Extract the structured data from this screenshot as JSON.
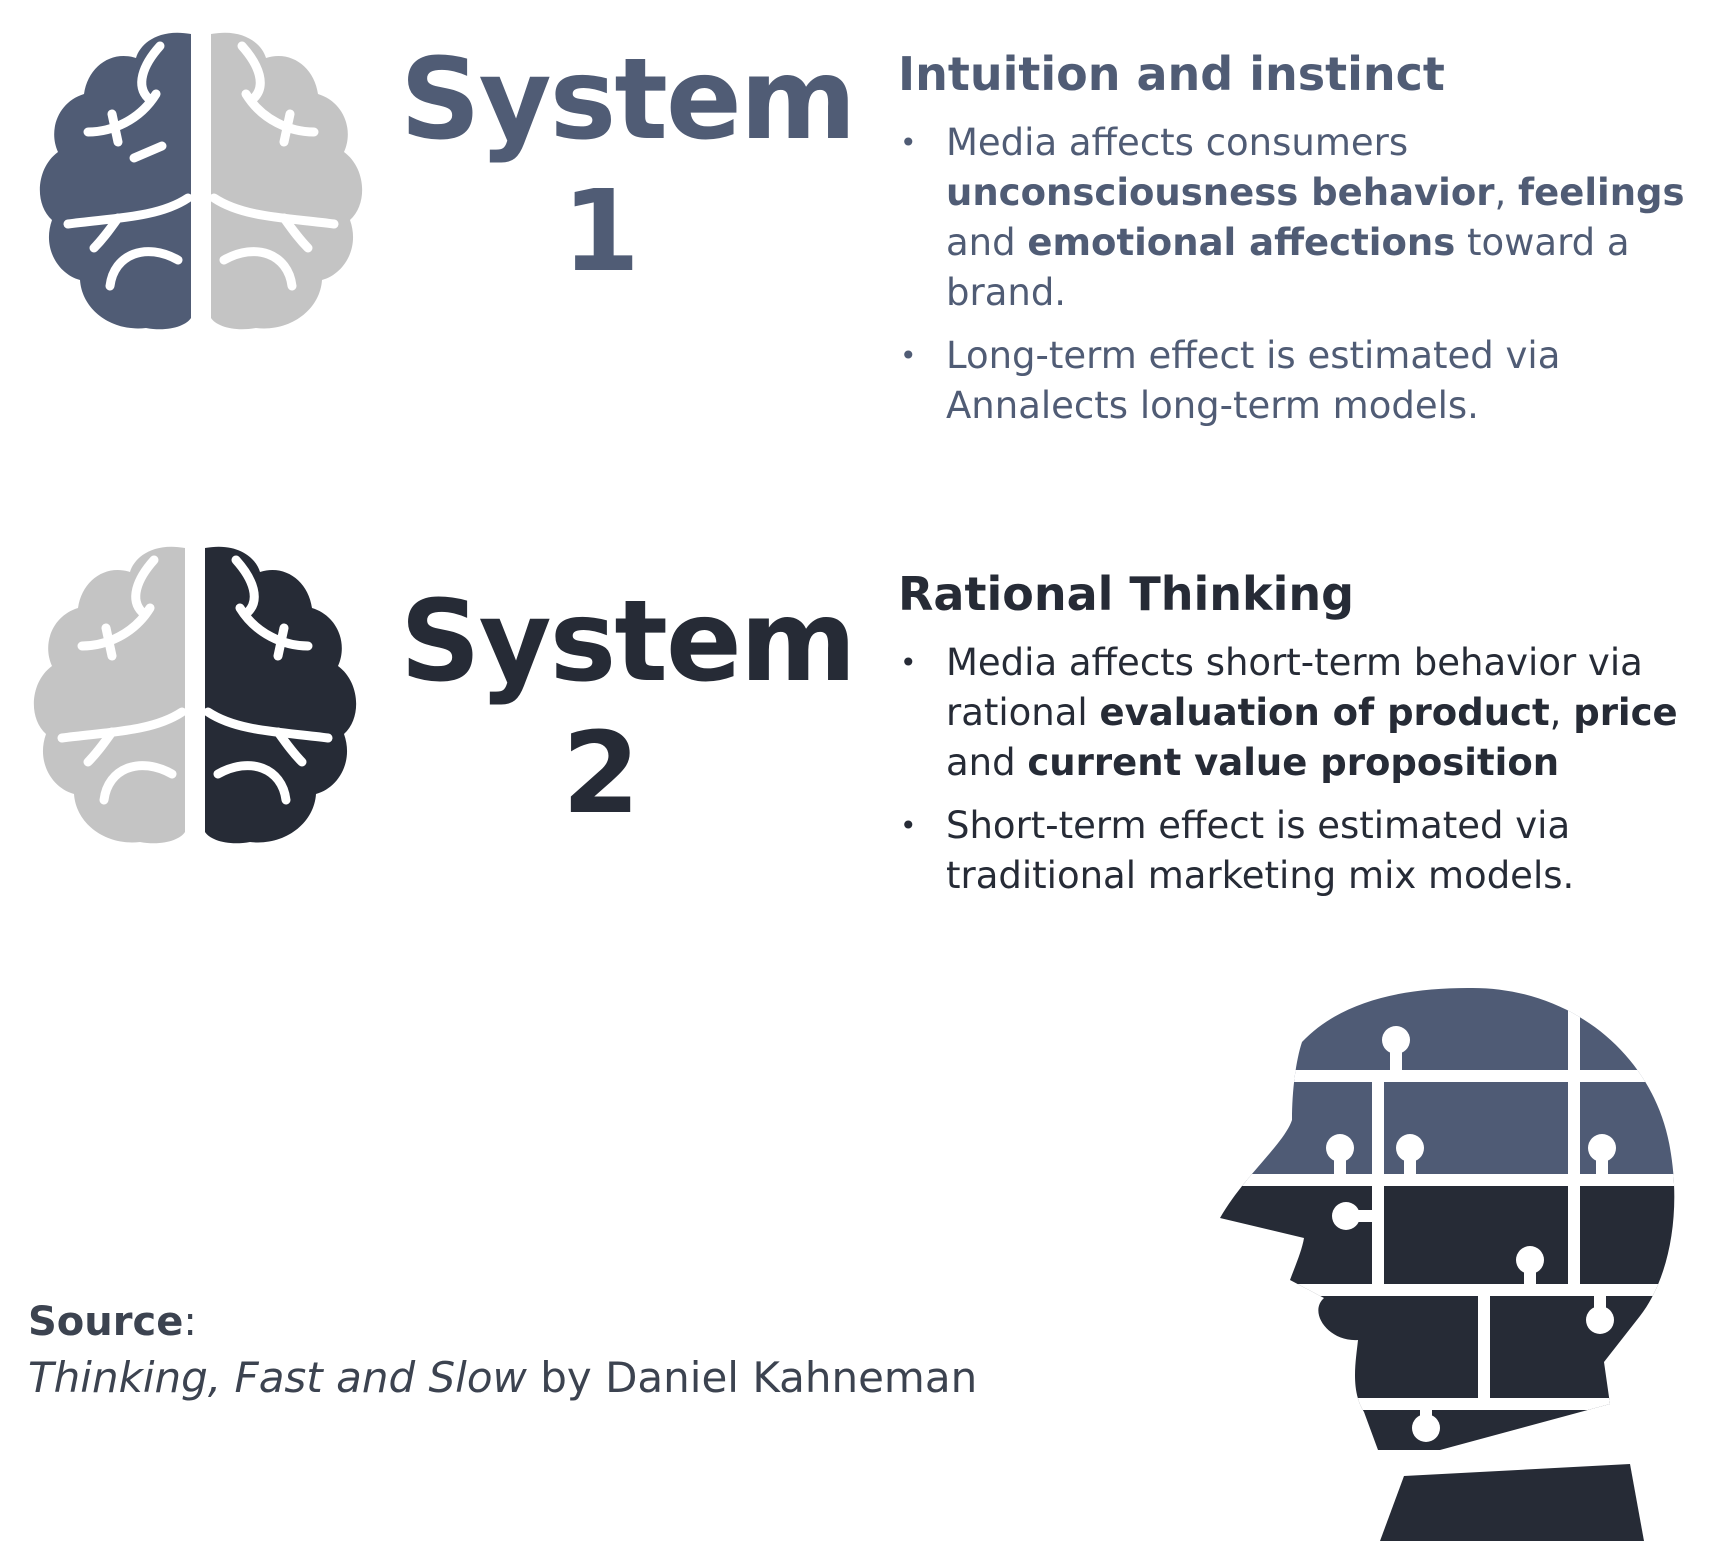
{
  "colors": {
    "system1": "#505c75",
    "system2": "#262b36",
    "brain_gray": "#c4c4c4",
    "head_top": "#4f5b75",
    "head_bottom": "#262b36"
  },
  "system1": {
    "title_word": "System",
    "title_num": "1",
    "heading": "Intuition and instinct",
    "bullet1": {
      "t1": "Media affects consumers ",
      "b1": "unconsciousness behavior",
      "t2": ", ",
      "b2": "feelings",
      "t3": " and ",
      "b3": "emotional affections",
      "t4": " toward a brand."
    },
    "bullet2": "Long-term effect is estimated via Annalects long-term models."
  },
  "system2": {
    "title_word": "System",
    "title_num": "2",
    "heading": "Rational Thinking",
    "bullet1": {
      "t1": "Media affects short-term behavior via rational ",
      "b1": "evaluation of product",
      "t2": ", ",
      "b2": "price",
      "t3": " and ",
      "b3": "current value proposition",
      "t4": ""
    },
    "bullet2": "Short-term effect is estimated via traditional marketing mix models."
  },
  "source": {
    "label": "Source",
    "colon": ":",
    "book": "Thinking, Fast and Slow",
    "by": " by Daniel Kahneman"
  },
  "icons": [
    "brain-left-highlight-icon",
    "brain-right-highlight-icon",
    "puzzle-head-icon"
  ]
}
